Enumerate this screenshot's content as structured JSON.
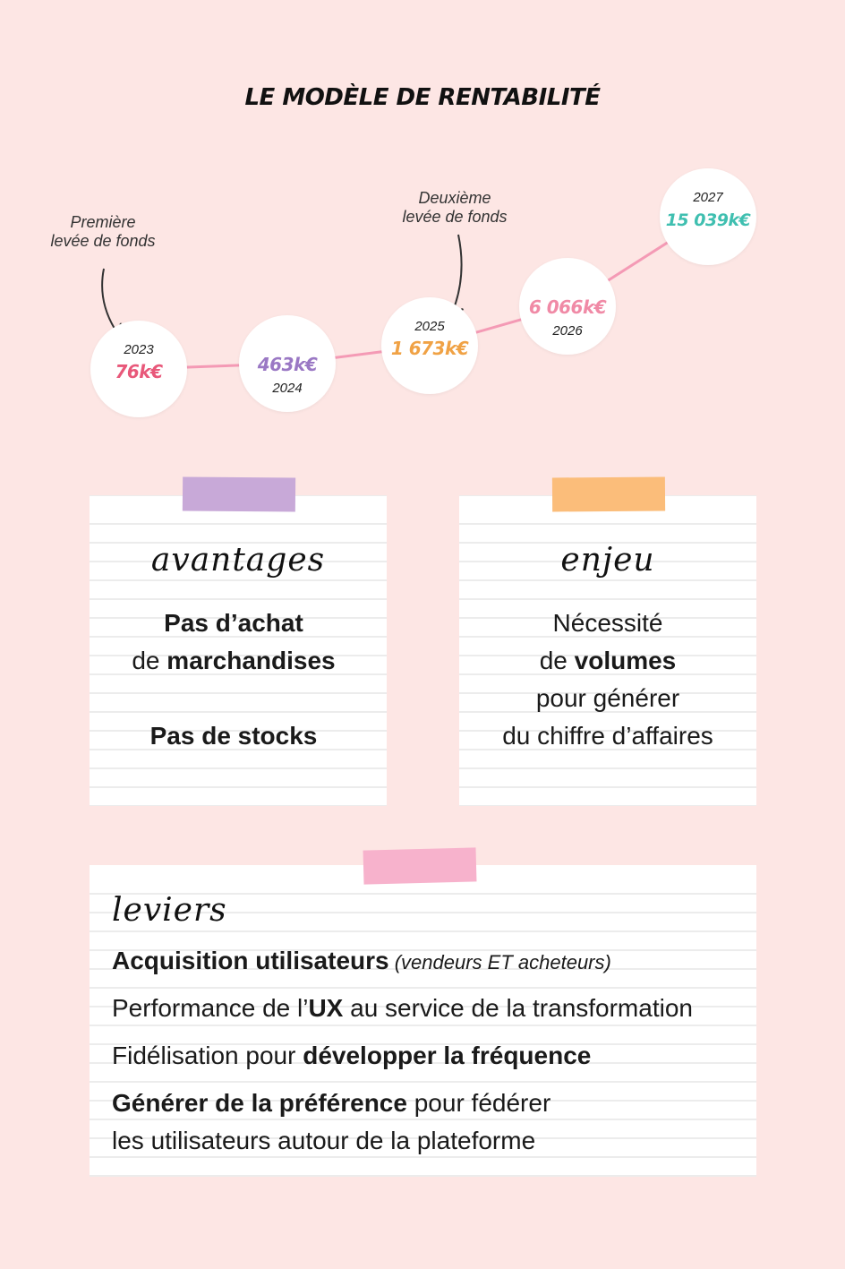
{
  "title": "LE MODÈLE DE RENTABILITÉ",
  "chart_data": {
    "type": "line",
    "points": [
      {
        "year": "2023",
        "value_label": "76k€",
        "value": 76,
        "color": "#e8587a"
      },
      {
        "year": "2024",
        "value_label": "463k€",
        "value": 463,
        "color": "#9a78c4"
      },
      {
        "year": "2025",
        "value_label": "1 673k€",
        "value": 1673,
        "color": "#f0a245"
      },
      {
        "year": "2026",
        "value_label": "6 066k€",
        "value": 6066,
        "color": "#f08aa6"
      },
      {
        "year": "2027",
        "value_label": "15 039k€",
        "value": 15039,
        "color": "#3fbfb0"
      }
    ],
    "annotations": [
      {
        "lines": [
          "Première",
          "levée de fonds"
        ],
        "target_year": "2023"
      },
      {
        "lines": [
          "Deuxième",
          "levée de fonds"
        ],
        "target_year": "2025"
      }
    ],
    "line_color": "#f49ab5"
  },
  "cards": {
    "avantages": {
      "heading": "avantages",
      "line1": "Pas d’achat",
      "line2_prefix": "de ",
      "line2_bold": "marchandises",
      "line3": "Pas de stocks",
      "tape_color": "#c8a9d8"
    },
    "enjeu": {
      "heading": "enjeu",
      "line1": "Nécessité",
      "line2_prefix": "de ",
      "line2_bold": "volumes",
      "line3": "pour générer",
      "line4": "du chiffre d’affaires",
      "tape_color": "#fbbd7a"
    },
    "leviers": {
      "heading": "leviers",
      "tape_color": "#f7b2cc",
      "l1_bold": "Acquisition utilisateurs",
      "l1_italic": " (vendeurs ET acheteurs)",
      "l2_a": "Performance de l’",
      "l2_bold": "UX",
      "l2_b": " au service de la transformation",
      "l3_a": "Fidélisation pour ",
      "l3_bold": "développer la fréquence",
      "l4_bold": "Générer de la préférence",
      "l4_b": " pour fédérer",
      "l5": "les utilisateurs autour de la plateforme"
    }
  }
}
